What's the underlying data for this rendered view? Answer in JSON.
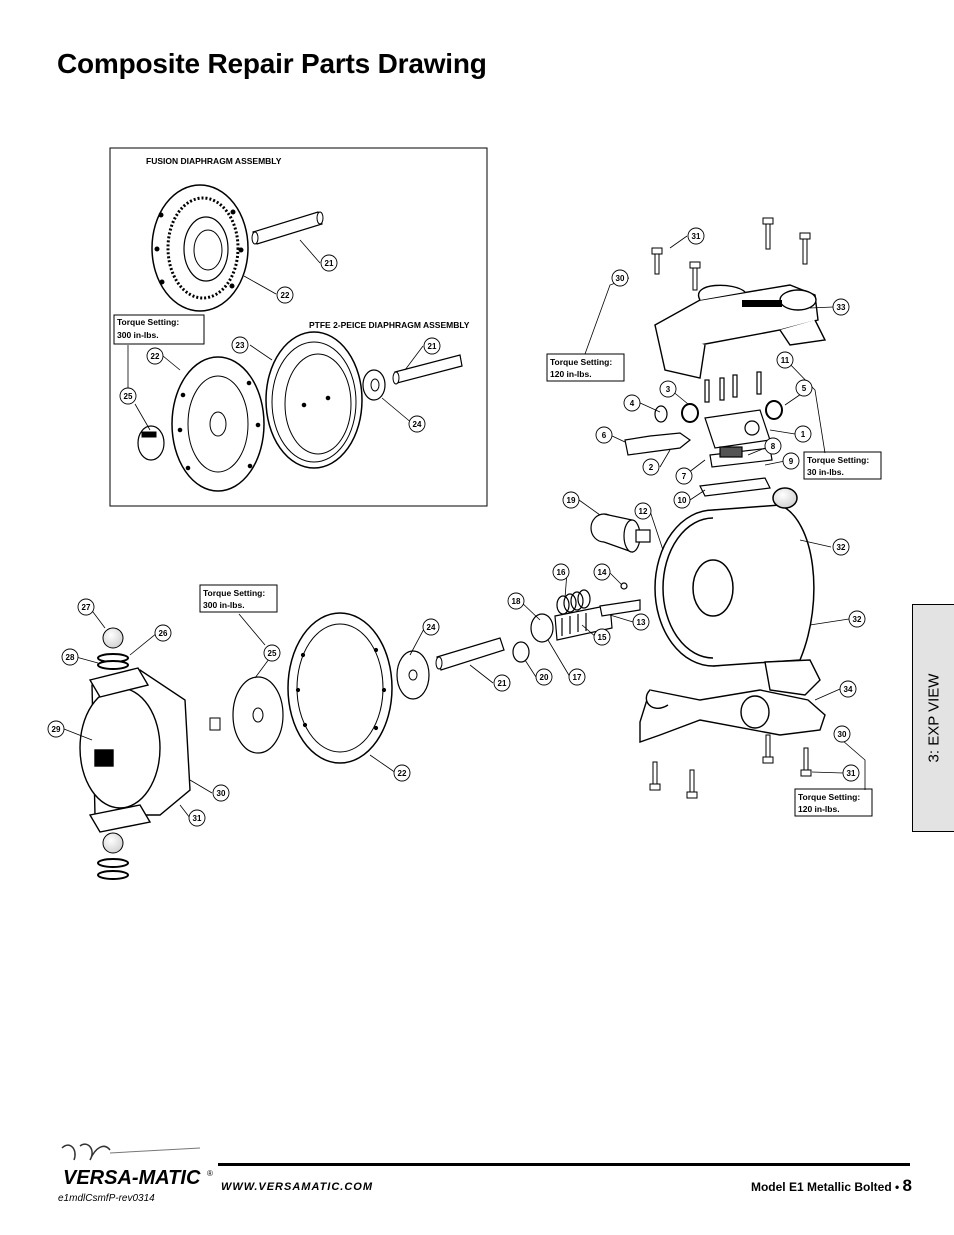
{
  "page": {
    "title": "Composite Repair Parts Drawing",
    "section_tab": "3: EXP VIEW",
    "footer_url": "WWW.VERSAMATIC.COM",
    "footer_model": "Model E1 Metallic Bolted • ",
    "page_number": "8",
    "doc_code": "e1mdlCsmfP-rev0314",
    "brand": "VERSA-MATIC",
    "brand_mark": "®"
  },
  "inset": {
    "fusion_label": "FUSION DIAPHRAGM ASSEMBLY",
    "ptfe_label": "PTFE 2-PEICE DIAPHRAGM ASSEMBLY"
  },
  "torque_boxes": [
    {
      "line1": "Torque Setting:",
      "line2": "300 in-lbs."
    },
    {
      "line1": "Torque Setting:",
      "line2": "120 in-lbs."
    },
    {
      "line1": "Torque Setting:",
      "line2": "30 in-lbs."
    },
    {
      "line1": "Torque Setting:",
      "line2": "300 in-lbs."
    },
    {
      "line1": "Torque Setting:",
      "line2": "120 in-lbs."
    }
  ],
  "callouts": [
    "21",
    "22",
    "23",
    "22",
    "21",
    "25",
    "24",
    "31",
    "30",
    "33",
    "11",
    "3",
    "5",
    "4",
    "1",
    "6",
    "8",
    "2",
    "9",
    "7",
    "10",
    "19",
    "12",
    "32",
    "16",
    "14",
    "18",
    "13",
    "15",
    "17",
    "20",
    "32",
    "34",
    "30",
    "31",
    "27",
    "26",
    "28",
    "29",
    "25",
    "24",
    "21",
    "22",
    "30",
    "31"
  ]
}
